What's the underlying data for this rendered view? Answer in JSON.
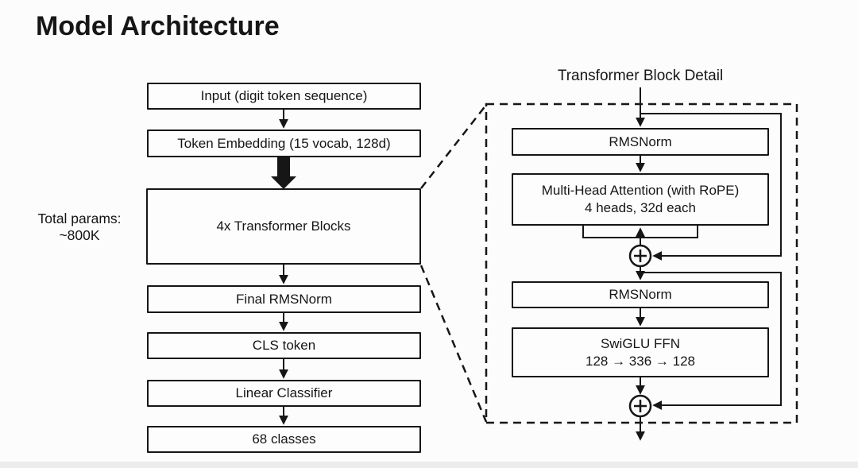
{
  "title": "Model Architecture",
  "left_flow": {
    "side_label": {
      "line1": "Total params:",
      "line2": "~800K"
    },
    "boxes": {
      "input": "Input (digit token sequence)",
      "embedding": "Token Embedding (15 vocab, 128d)",
      "blocks": "4x Transformer Blocks",
      "final_norm": "Final RMSNorm",
      "cls": "CLS token",
      "linear": "Linear Classifier",
      "classes": "68 classes"
    }
  },
  "detail": {
    "title": "Transformer Block Detail",
    "boxes": {
      "norm1": "RMSNorm",
      "attention_line1": "Multi-Head Attention (with RoPE)",
      "attention_line2": "4 heads, 32d each",
      "norm2": "RMSNorm",
      "ffn_line1": "SwiGLU FFN",
      "ffn_line2": "128 → 336 → 128"
    },
    "add_symbol": "+"
  },
  "colors": {
    "ink": "#161616",
    "background": "#fcfcfc"
  }
}
